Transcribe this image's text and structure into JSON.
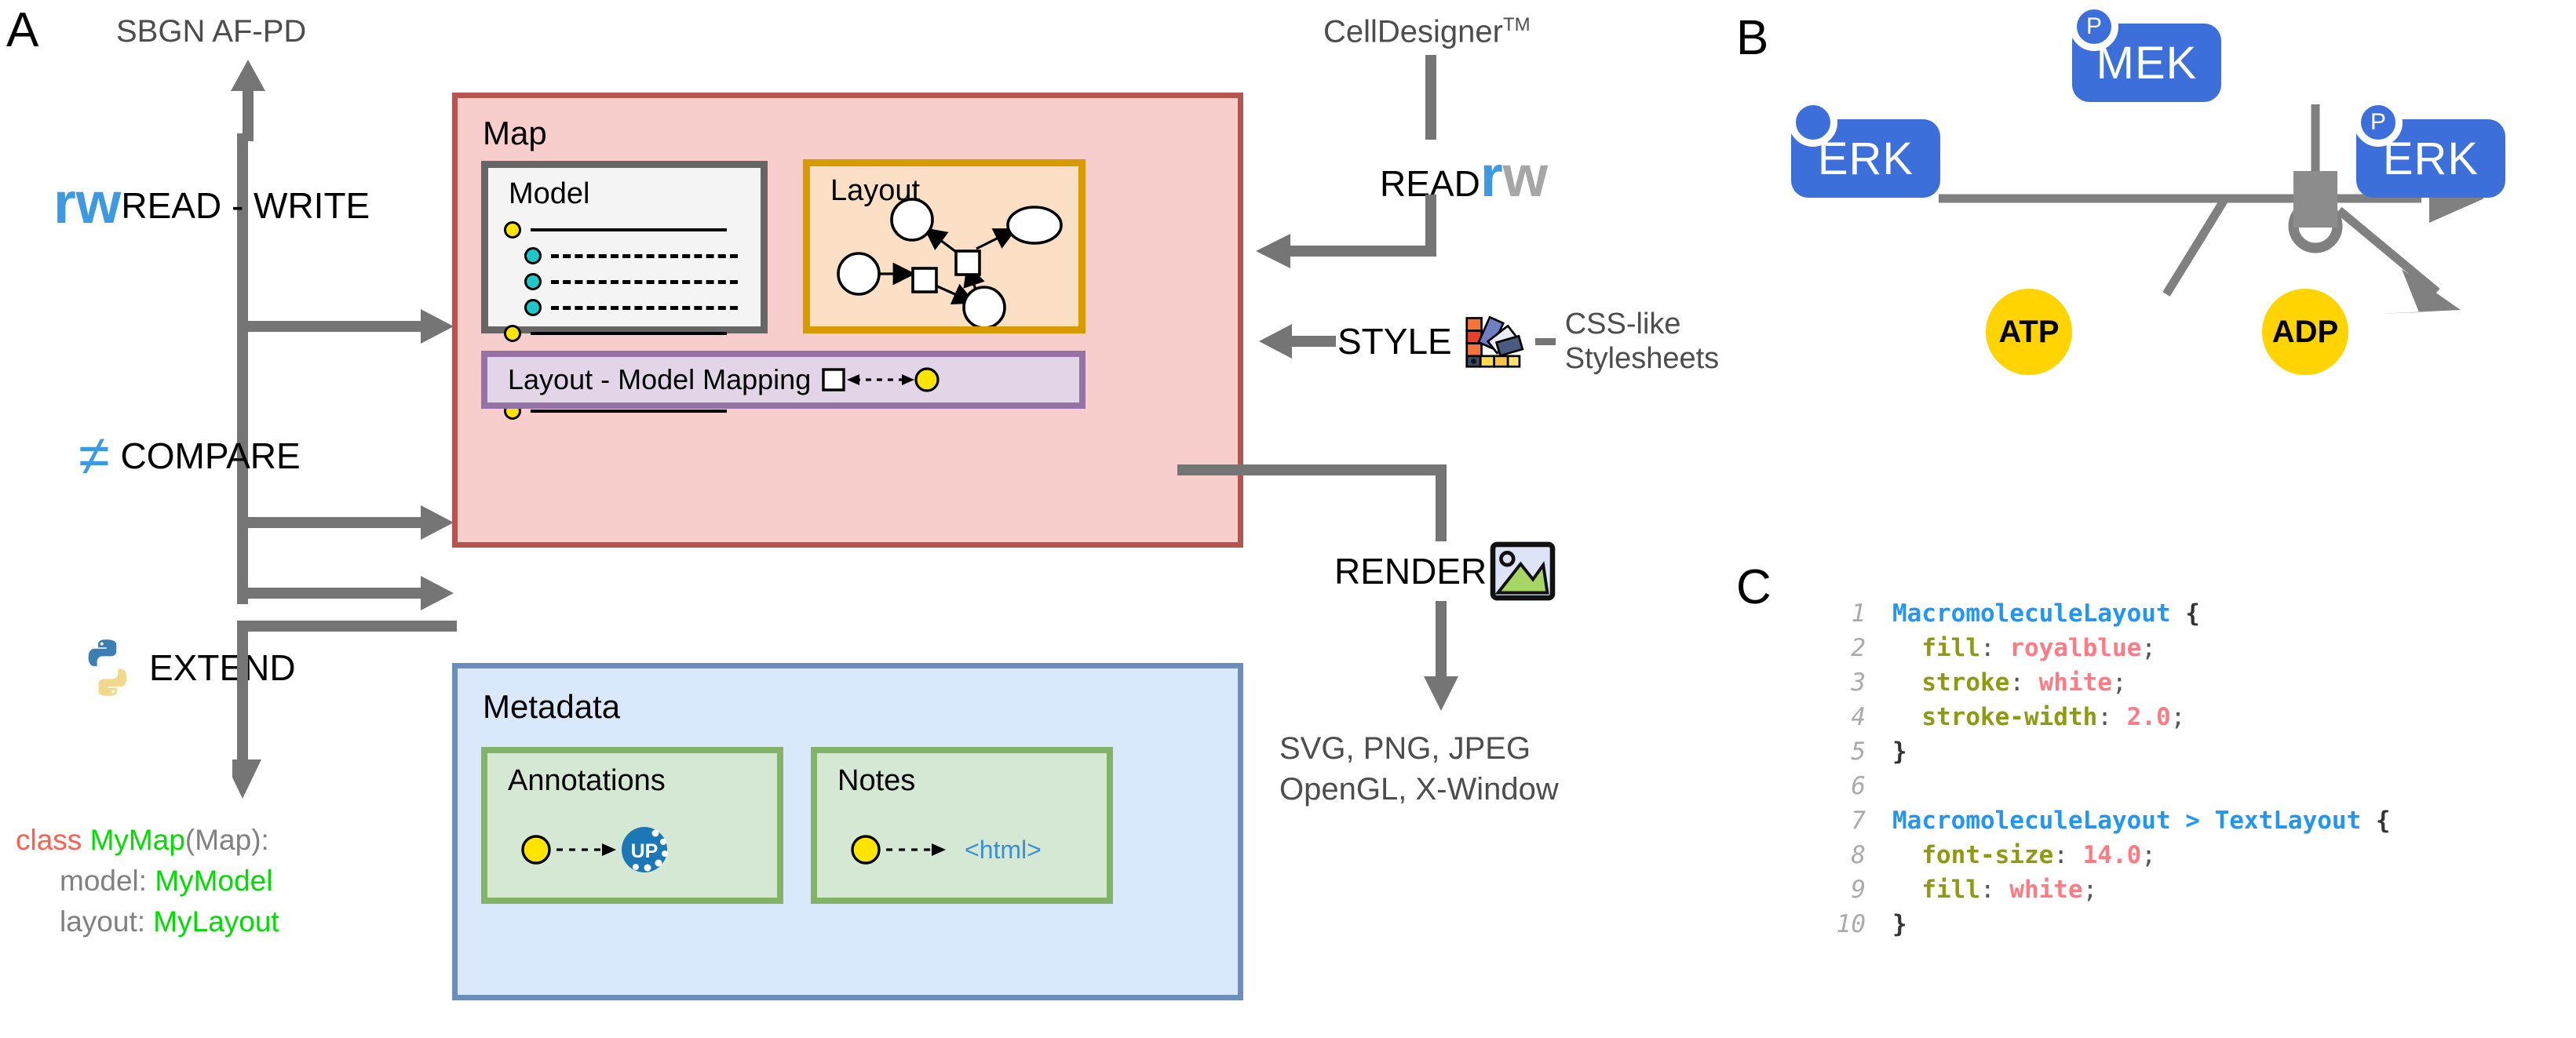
{
  "panels": {
    "a": "A",
    "b": "B",
    "c": "C"
  },
  "panel_a": {
    "top_output_label": "SBGN AF-PD",
    "ops": [
      {
        "id": "read-write",
        "logo": "rw",
        "label": "READ - WRITE"
      },
      {
        "id": "compare",
        "logo": "≠",
        "label": "COMPARE"
      },
      {
        "id": "extend",
        "logo": "python-icon",
        "label": "EXTEND"
      }
    ],
    "map_box": {
      "title": "Map",
      "model": {
        "title": "Model",
        "rows": [
          {
            "dot": "yellow",
            "indent": 0,
            "style": "solid"
          },
          {
            "dot": "cyan",
            "indent": 1,
            "style": "dashed"
          },
          {
            "dot": "cyan",
            "indent": 1,
            "style": "dashed"
          },
          {
            "dot": "cyan",
            "indent": 1,
            "style": "dashed"
          },
          {
            "dot": "yellow",
            "indent": 0,
            "style": "solid"
          },
          {
            "dot": "cyan",
            "indent": 1,
            "style": "dashed"
          },
          {
            "dot": "purple",
            "indent": 2,
            "style": "dashed"
          },
          {
            "dot": "yellow",
            "indent": 0,
            "style": "solid"
          }
        ]
      },
      "layout": {
        "title": "Layout"
      },
      "mapping": {
        "title": "Layout - Model Mapping"
      }
    },
    "metadata_box": {
      "title": "Metadata",
      "annotations": {
        "title": "Annotations",
        "target": "uniprot-icon"
      },
      "notes": {
        "title": "Notes",
        "target": "<html>"
      }
    },
    "right": {
      "source": "CellDesigner",
      "source_sup": "TM",
      "read_label": "READ",
      "read_logo": "rw",
      "style_label": "STYLE",
      "style_icon": "palette-icon",
      "style_desc_line1": "CSS-like",
      "style_desc_line2": "Stylesheets",
      "render_label": "RENDER",
      "render_icon": "image-icon",
      "output_line1": "SVG, PNG, JPEG",
      "output_line2": "OpenGL, X-Window"
    },
    "python_code": {
      "line1_kw": "class",
      "line1_name": "MyMap",
      "line1_args": "(Map):",
      "line2_key": "model:",
      "line2_val": "MyModel",
      "line3_key": "layout:",
      "line3_val": "MyLayout"
    }
  },
  "panel_b": {
    "nodes": [
      {
        "id": "mek",
        "label": "MEK",
        "state": "P",
        "type": "macromolecule"
      },
      {
        "id": "erk-left",
        "label": "ERK",
        "state": "",
        "type": "macromolecule"
      },
      {
        "id": "erk-right",
        "label": "ERK",
        "state": "P",
        "type": "macromolecule"
      },
      {
        "id": "atp",
        "label": "ATP",
        "type": "simple-chemical"
      },
      {
        "id": "adp",
        "label": "ADP",
        "type": "simple-chemical"
      }
    ],
    "colors": {
      "macromolecule": "#3d6fdb",
      "simple_chemical": "#ffd400",
      "edge": "#808080"
    }
  },
  "panel_c": {
    "code_lines": [
      {
        "n": "1",
        "tokens": [
          {
            "t": "MacromoleculeLayout",
            "c": "sel"
          },
          {
            "t": " ",
            "c": "pun"
          },
          {
            "t": "{",
            "c": "brace"
          }
        ]
      },
      {
        "n": "2",
        "tokens": [
          {
            "t": "  ",
            "c": "pun"
          },
          {
            "t": "fill",
            "c": "prop"
          },
          {
            "t": ": ",
            "c": "pun"
          },
          {
            "t": "royalblue",
            "c": "val"
          },
          {
            "t": ";",
            "c": "pun"
          }
        ]
      },
      {
        "n": "3",
        "tokens": [
          {
            "t": "  ",
            "c": "pun"
          },
          {
            "t": "stroke",
            "c": "prop"
          },
          {
            "t": ": ",
            "c": "pun"
          },
          {
            "t": "white",
            "c": "val"
          },
          {
            "t": ";",
            "c": "pun"
          }
        ]
      },
      {
        "n": "4",
        "tokens": [
          {
            "t": "  ",
            "c": "pun"
          },
          {
            "t": "stroke-width",
            "c": "prop"
          },
          {
            "t": ": ",
            "c": "pun"
          },
          {
            "t": "2.0",
            "c": "val"
          },
          {
            "t": ";",
            "c": "pun"
          }
        ]
      },
      {
        "n": "5",
        "tokens": [
          {
            "t": "}",
            "c": "brace"
          }
        ]
      },
      {
        "n": "6",
        "tokens": []
      },
      {
        "n": "7",
        "tokens": [
          {
            "t": "MacromoleculeLayout > TextLayout",
            "c": "sel"
          },
          {
            "t": " ",
            "c": "pun"
          },
          {
            "t": "{",
            "c": "brace"
          }
        ]
      },
      {
        "n": "8",
        "tokens": [
          {
            "t": "  ",
            "c": "pun"
          },
          {
            "t": "font-size",
            "c": "prop"
          },
          {
            "t": ": ",
            "c": "pun"
          },
          {
            "t": "14.0",
            "c": "val"
          },
          {
            "t": ";",
            "c": "pun"
          }
        ]
      },
      {
        "n": "9",
        "tokens": [
          {
            "t": "  ",
            "c": "pun"
          },
          {
            "t": "fill",
            "c": "prop"
          },
          {
            "t": ": ",
            "c": "pun"
          },
          {
            "t": "white",
            "c": "val"
          },
          {
            "t": ";",
            "c": "pun"
          }
        ]
      },
      {
        "n": "10",
        "tokens": [
          {
            "t": "}",
            "c": "brace"
          }
        ]
      }
    ]
  },
  "colors": {
    "map_fill": "#f8cecc",
    "map_border": "#b85450",
    "meta_fill": "#dae8fc",
    "meta_border": "#6c8ebf",
    "model_fill": "#f4f4f4",
    "model_border": "#666666",
    "layout_fill": "#fbe0c6",
    "layout_border": "#d79b00",
    "mapping_fill": "#e1d5e7",
    "mapping_border": "#9673a6",
    "green_fill": "#d5e8d4",
    "green_border": "#82b366",
    "arrow": "#757575",
    "rw_blue": "#3d9ae2",
    "link_blue": "#3d8fd4"
  }
}
